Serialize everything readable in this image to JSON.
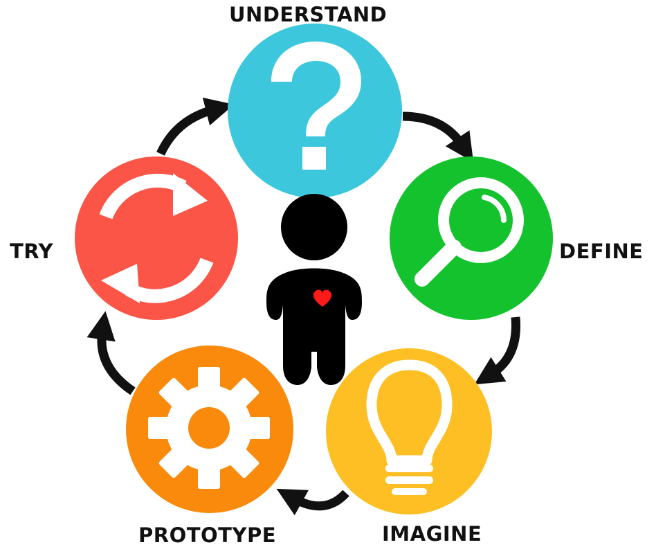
{
  "stages": [
    {
      "id": "understand",
      "label": "UNDERSTAND",
      "color": "#3cc7dd",
      "icon": "question-mark-icon"
    },
    {
      "id": "define",
      "label": "DEFINE",
      "color": "#13c22c",
      "icon": "magnifying-glass-icon"
    },
    {
      "id": "imagine",
      "label": "IMAGINE",
      "color": "#fdbf24",
      "icon": "light-bulb-icon"
    },
    {
      "id": "prototype",
      "label": "PROTOTYPE",
      "color": "#f98a0b",
      "icon": "gear-icon"
    },
    {
      "id": "try",
      "label": "TRY",
      "color": "#fa5547",
      "icon": "refresh-cycle-icon"
    }
  ],
  "center": {
    "icon": "person-icon",
    "heart_icon": "heart-icon",
    "heart_color": "#ff1a1a"
  },
  "arrows": {
    "color": "#111111"
  }
}
